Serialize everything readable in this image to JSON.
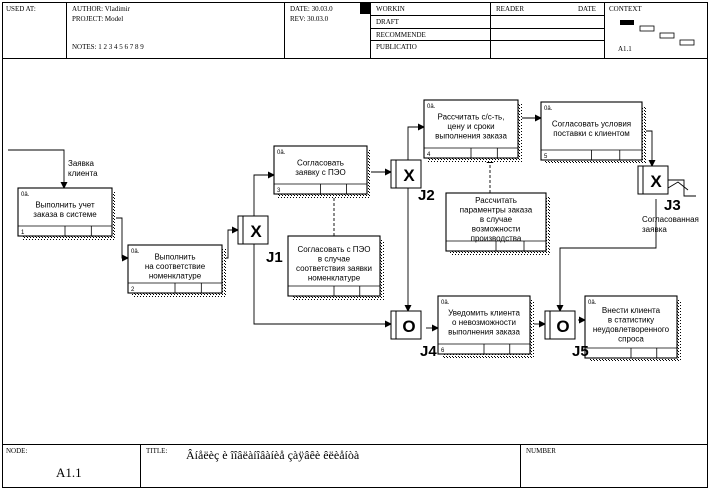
{
  "header": {
    "used_at": "USED AT:",
    "author": "AUTHOR:  Vladimir",
    "project": "PROJECT:  Model",
    "notes": "NOTES:  1  2  3  4  5  6  7  8  9",
    "date": "DATE:   30.03.0",
    "rev": "REV:    30.03.0",
    "status": [
      "WORKIN",
      "DRAFT",
      "RECOMMENDE",
      "PUBLICATIO"
    ],
    "reader": "READER",
    "reader_date": "DATE",
    "context": "CONTEXT",
    "context_node": "A1.1"
  },
  "footer": {
    "node_label": "NODE:",
    "node_value": "A1.1",
    "title_label": "TITLE:",
    "title_value": "Âíåëèç  è îîâëàíîâàíèå çàÿâêè êëèåíòà",
    "number_label": "NUMBER"
  },
  "diagram": {
    "input_label": [
      "Заявка",
      "клиента"
    ],
    "output_label": [
      "Согласованная",
      "заявка"
    ],
    "activities": [
      {
        "num": "1",
        "tag": "0â.",
        "lines": [
          "Выполнить учет",
          "заказа в системе"
        ]
      },
      {
        "num": "2",
        "tag": "0â.",
        "lines": [
          "Выполнить",
          "на соответствие",
          "номенклатуре"
        ]
      },
      {
        "num": "3",
        "tag": "0â.",
        "lines": [
          "Согласовать",
          "заявку с ПЭО"
        ]
      },
      {
        "num": "4",
        "tag": "0â.",
        "lines": [
          "Рассчитать с/с-ть,",
          "цену и сроки",
          "выполнения заказа"
        ]
      },
      {
        "num": "5",
        "tag": "0â.",
        "lines": [
          "Согласовать условия",
          "поставки с клиентом"
        ]
      },
      {
        "num": "6",
        "tag": "0â.",
        "lines": [
          "Уведомить клиента",
          "о невозможности",
          "выполнения заказа"
        ]
      },
      {
        "num": "",
        "tag": "0â.",
        "lines": [
          "Внести клиента",
          "в статистику",
          "неудовлетворенного",
          "спроса"
        ]
      },
      {
        "num": "",
        "tag": "",
        "lines": [
          "Согласовать с ПЭО",
          "в случае",
          "соответствия заявки",
          "номенклатуре"
        ]
      },
      {
        "num": "",
        "tag": "",
        "lines": [
          "Рассчитать",
          "параментры заказа",
          "в случае",
          "возможности",
          "производства"
        ]
      }
    ],
    "junctions": [
      {
        "symbol": "X",
        "label": "J1"
      },
      {
        "symbol": "X",
        "label": "J2"
      },
      {
        "symbol": "X",
        "label": "J3"
      },
      {
        "symbol": "O",
        "label": "J4"
      },
      {
        "symbol": "O",
        "label": "J5"
      }
    ]
  }
}
